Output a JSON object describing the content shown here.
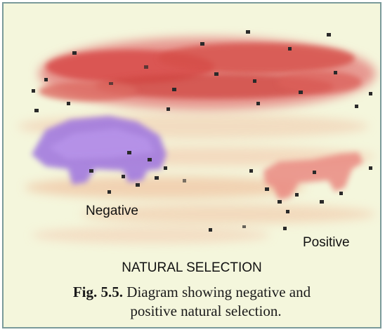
{
  "diagram": {
    "labels": {
      "negative": "Negative",
      "positive": "Positive",
      "title": "NATURAL SELECTION"
    },
    "caption": {
      "figure_number": "Fig. 5.5.",
      "line1": "Diagram showing negative and",
      "line2": "positive natural selection."
    },
    "colors": {
      "frame_background": "#f4f6dc",
      "frame_border": "#7a9a9a",
      "sky_band": "#d64a45",
      "ground": "#f0c9a8",
      "negative_animal": "#a27adf",
      "positive_animal": "#e88a82",
      "specks": "#2a2a2a"
    }
  }
}
